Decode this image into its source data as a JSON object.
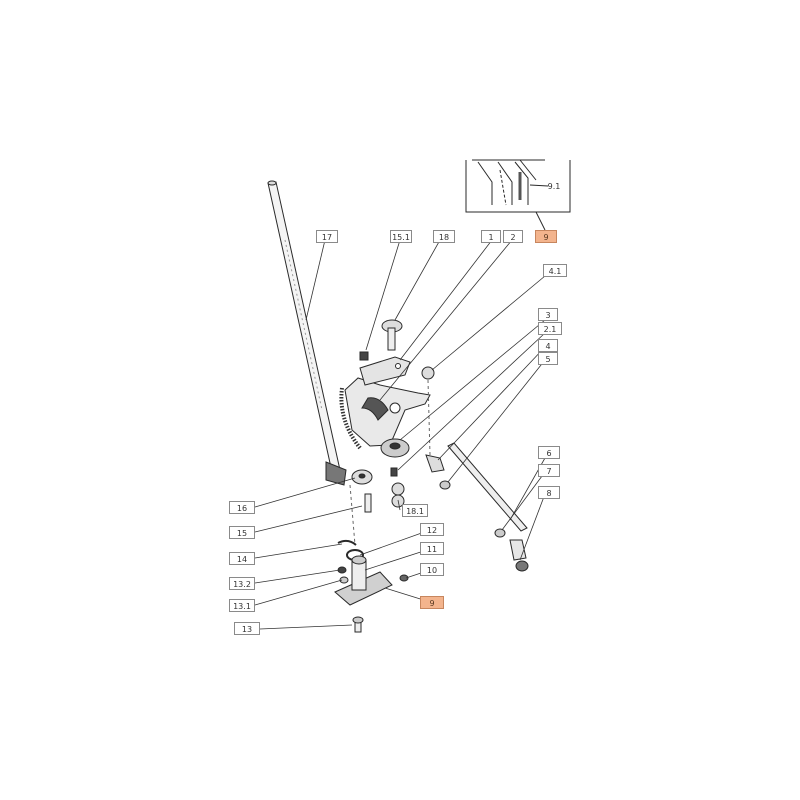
{
  "colors": {
    "highlight": "#f3b48d",
    "line": "#2a2a2a",
    "label_border": "#8a8a8a"
  },
  "labels": {
    "p17": "17",
    "p151": "15.1",
    "p18": "18",
    "p1": "1",
    "p2": "2",
    "p9top": "9",
    "p41": "4.1",
    "p3": "3",
    "p21": "2.1",
    "p4": "4",
    "p5": "5",
    "p6": "6",
    "p7": "7",
    "p8": "8",
    "p16": "16",
    "p181": "18.1",
    "p15": "15",
    "p12": "12",
    "p14": "14",
    "p11": "11",
    "p10": "10",
    "p132": "13.2",
    "p131": "13.1",
    "p9bottom": "9",
    "p13": "13",
    "p91": "9.1"
  }
}
